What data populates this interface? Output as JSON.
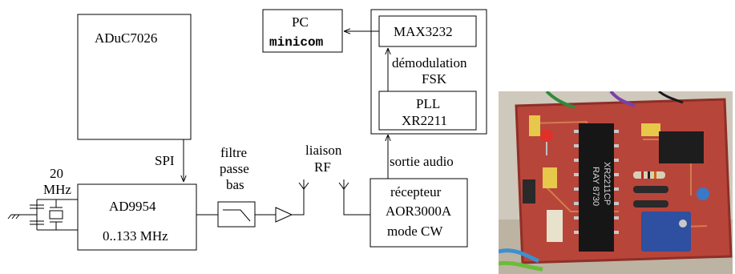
{
  "blocks": {
    "aduc": "ADuC7026",
    "ad9954_name": "AD9954",
    "ad9954_range": "0..133 MHz",
    "filter_line1": "filtre",
    "filter_line2": "passe",
    "filter_line3": "bas",
    "pc_line1": "PC",
    "pc_line2": "minicom",
    "max3232": "MAX3232",
    "pll_line1": "PLL",
    "pll_line2": "XR2211",
    "receiver_line1": "récepteur",
    "receiver_line2": "AOR3000A",
    "receiver_line3": "mode CW"
  },
  "labels": {
    "spi": "SPI",
    "crystal_line1": "20",
    "crystal_line2": "MHz",
    "radio_link_line1": "liaison",
    "radio_link_line2": "RF",
    "audio_out": "sortie audio",
    "demod_line1": "démodulation",
    "demod_line2": "FSK"
  },
  "photo": {
    "subject": "circuit-board-photo",
    "colors": {
      "board": "#b8453a",
      "chip": "#161616",
      "trimmer": "#2f4fa0",
      "background": "#cfc8bc"
    },
    "chip_markings": [
      "XR2211CP",
      "RAY 8730"
    ]
  }
}
